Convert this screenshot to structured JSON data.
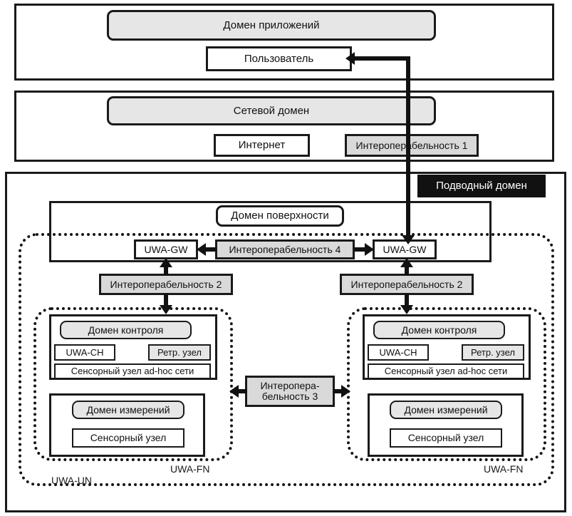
{
  "diagram": {
    "title_implicit": "Underwater acoustic network domain architecture",
    "panels": {
      "application_domain": {
        "header": "Домен приложений",
        "user_box": "Пользователь"
      },
      "network_domain": {
        "header": "Сетевой домен",
        "internet_box": "Интернет",
        "interop1": "Интероперабельность 1"
      },
      "underwater_domain": {
        "banner": "Подводный домен",
        "surface_domain": "Домен поверхности",
        "gateway_left": "UWA-GW",
        "gateway_right": "UWA-GW",
        "interop4": "Интероперабельность 4",
        "interop2_left": "Интероперабельность 2",
        "interop2_right": "Интероперабельность 2",
        "interop3_line1": "Интеропера-",
        "interop3_line2": "бельность 3",
        "un_tag": "UWA-UN",
        "fn_tag_left": "UWA-FN",
        "fn_tag_right": "UWA-FN"
      }
    },
    "fn_left": {
      "control": {
        "header": "Домен контроля",
        "ch": "UWA-CH",
        "relay": "Ретр. узел",
        "adhoc": "Сенсорный узел ad-hoc сети"
      },
      "measurement": {
        "header": "Домен измерений",
        "sensor": "Сенсорный узел"
      }
    },
    "fn_right": {
      "control": {
        "header": "Домен контроля",
        "ch": "UWA-CH",
        "relay": "Ретр. узел",
        "adhoc": "Сенсорный узел ad-hoc сети"
      },
      "measurement": {
        "header": "Домен измерений",
        "sensor": "Сенсорный узел"
      }
    },
    "colors": {
      "stroke": "#1a1a1a",
      "grey_fill": "#d9d9d9",
      "light_grey_fill": "#e6e6e6",
      "black_fill": "#111111",
      "white_fill": "#ffffff"
    }
  }
}
